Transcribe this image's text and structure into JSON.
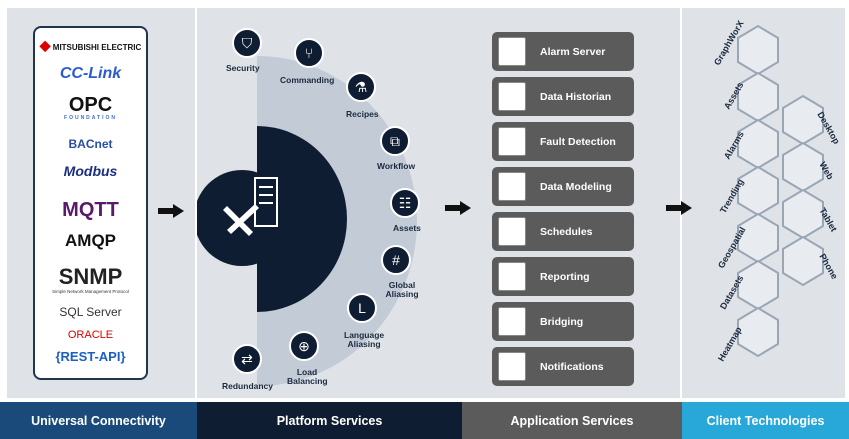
{
  "protocols": [
    "MITSUBISHI ELECTRIC",
    "CC-Link",
    "OPC",
    "FOUNDATION",
    "BACnet",
    "Modbus",
    "MQTT",
    "AMQP",
    "SNMP",
    "Simple Network Management Protocol",
    "SQL Server",
    "ORACLE",
    "{REST-API}"
  ],
  "platform_services": {
    "security": "Security",
    "commanding": "Commanding",
    "recipes": "Recipes",
    "workflow": "Workflow",
    "assets": "Assets",
    "global_aliasing": "Global Aliasing",
    "language_aliasing": "Language Aliasing",
    "load_balancing": "Load Balancing",
    "redundancy": "Redundancy"
  },
  "application_services": [
    "Alarm Server",
    "Data Historian",
    "Fault Detection",
    "Data Modeling",
    "Schedules",
    "Reporting",
    "Bridging",
    "Notifications"
  ],
  "client_features": [
    "GraphWorX",
    "Assets",
    "Alarms",
    "Trending",
    "Geospatial",
    "Datasets",
    "Heatmap"
  ],
  "client_devices": [
    "Desktop",
    "Web",
    "Tablet",
    "Phone"
  ],
  "footer": {
    "universal": "Universal Connectivity",
    "platform": "Platform Services",
    "application": "Application Services",
    "client": "Client Technologies"
  },
  "colors": {
    "navy": "#0f1d33",
    "footer_left": "#1a4a7a",
    "footer_mid": "#0f1d33",
    "footer_app": "#5b5b5b",
    "footer_cli": "#28a8d8",
    "app_box": "#5b5b5b",
    "panel": "#dfe3e8"
  }
}
